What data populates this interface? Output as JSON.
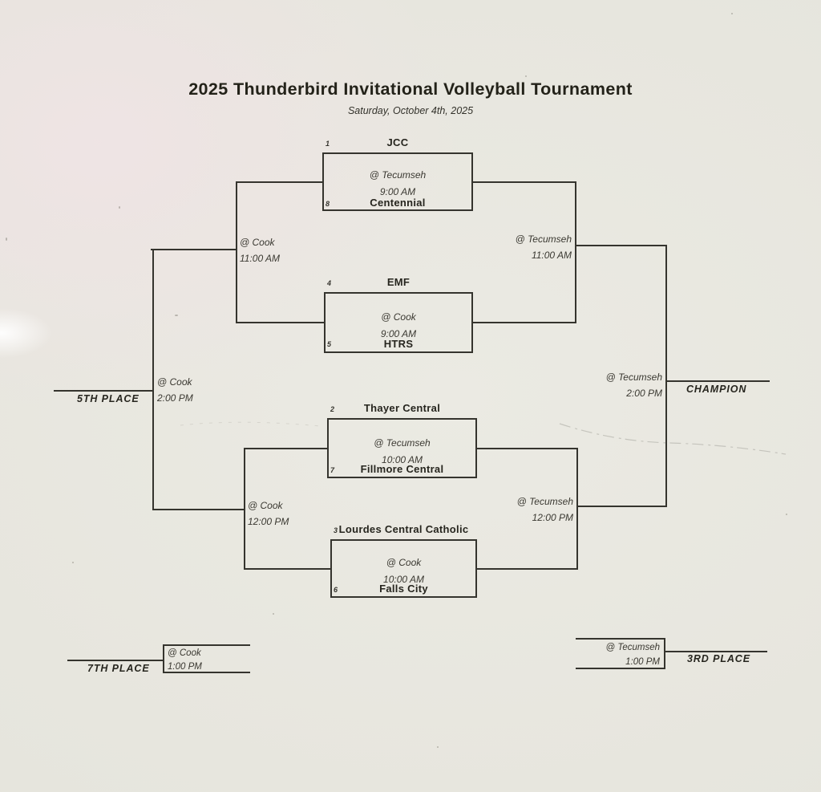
{
  "title": "2025 Thunderbird Invitational Volleyball Tournament",
  "subtitle": "Saturday, October 4th, 2025",
  "colors": {
    "ink": "#35342e",
    "paper": "#e9e8e1"
  },
  "quarterfinals": [
    {
      "seed_top": "1",
      "team_top": "JCC",
      "venue": "@ Tecumseh",
      "time": "9:00 AM",
      "seed_bottom": "8",
      "team_bottom": "Centennial"
    },
    {
      "seed_top": "4",
      "team_top": "EMF",
      "venue": "@ Cook",
      "time": "9:00 AM",
      "seed_bottom": "5",
      "team_bottom": "HTRS"
    },
    {
      "seed_top": "2",
      "team_top": "Thayer Central",
      "venue": "@ Tecumseh",
      "time": "10:00 AM",
      "seed_bottom": "7",
      "team_bottom": "Fillmore Central"
    },
    {
      "seed_top": "3",
      "team_top": "Lourdes Central Catholic",
      "venue": "@ Cook",
      "time": "10:00 AM",
      "seed_bottom": "6",
      "team_bottom": "Falls City"
    }
  ],
  "semifinals": {
    "winners_upper": {
      "venue": "@ Tecumseh",
      "time": "11:00 AM"
    },
    "winners_lower": {
      "venue": "@ Tecumseh",
      "time": "12:00 PM"
    },
    "consolation_upper": {
      "venue": "@ Cook",
      "time": "11:00 AM"
    },
    "consolation_lower": {
      "venue": "@ Cook",
      "time": "12:00 PM"
    }
  },
  "finals": {
    "championship": {
      "venue": "@ Tecumseh",
      "time": "2:00 PM",
      "label": "CHAMPION"
    },
    "third_place": {
      "venue": "@ Tecumseh",
      "time": "1:00 PM",
      "label": "3RD PLACE"
    },
    "fifth_place": {
      "venue": "@ Cook",
      "time": "2:00 PM",
      "label": "5TH PLACE"
    },
    "seventh_place": {
      "venue": "@ Cook",
      "time": "1:00 PM",
      "label": "7TH PLACE"
    }
  }
}
